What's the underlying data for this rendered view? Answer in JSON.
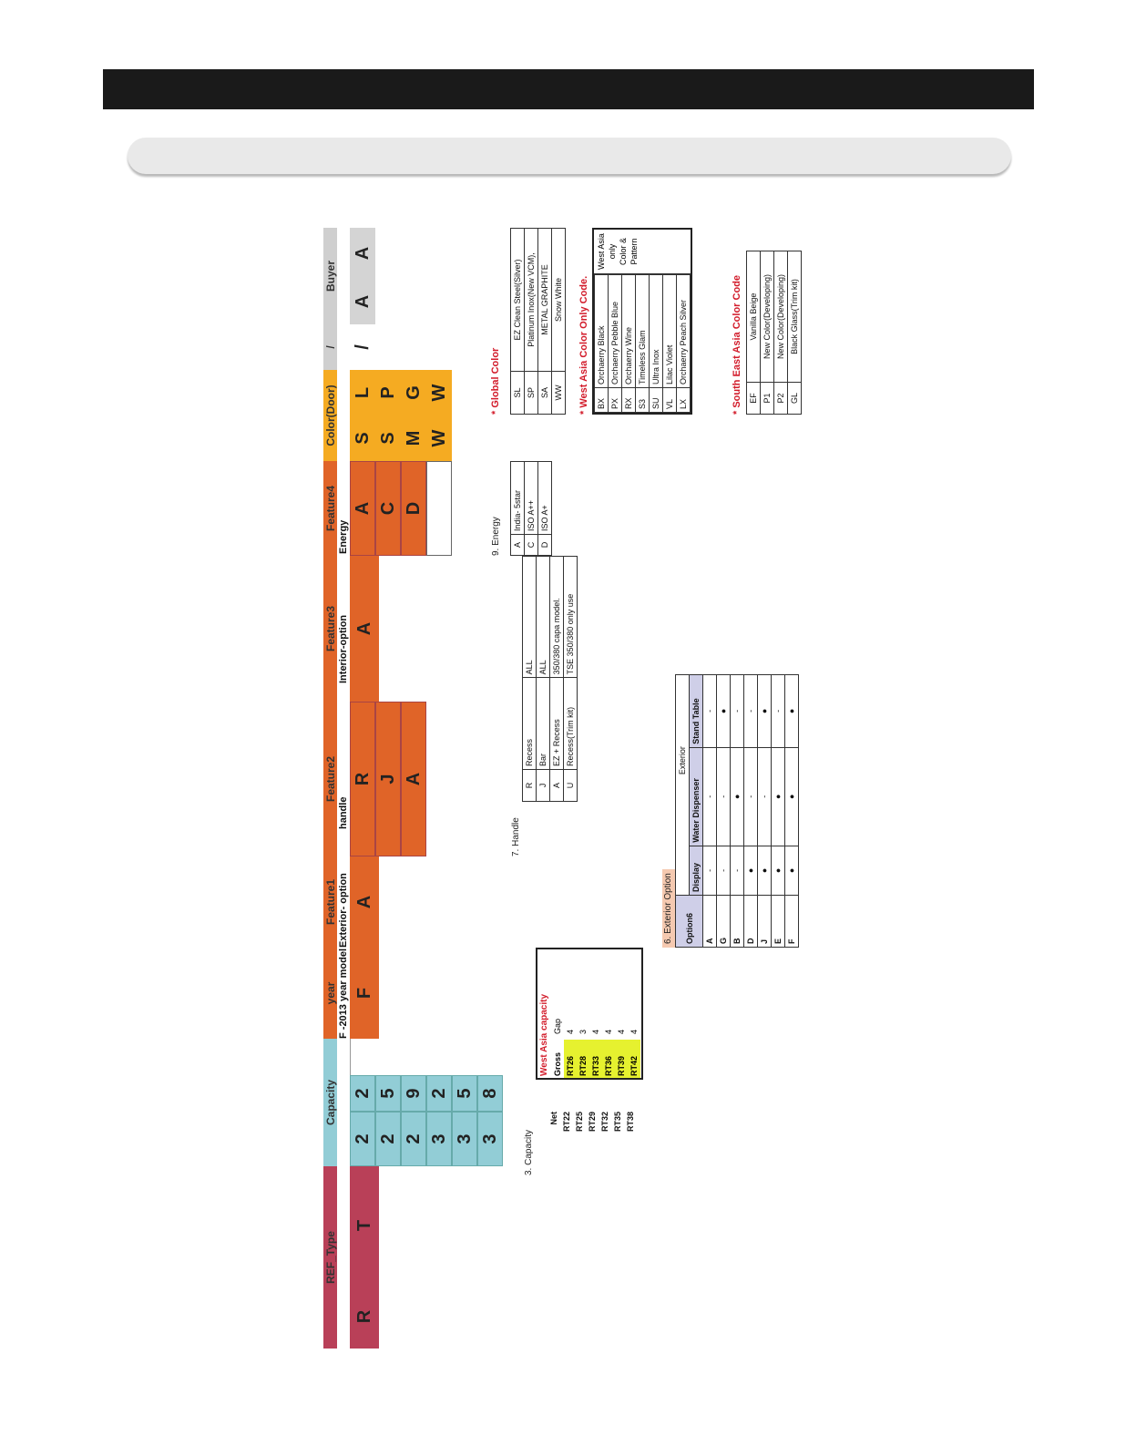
{
  "header": {
    "bar": "",
    "section": ""
  },
  "code_table": {
    "columns": [
      {
        "header": "REF_Type",
        "sub": ""
      },
      {
        "header": "Capacity",
        "sub": ""
      },
      {
        "header": "year",
        "sub": "F -2013 year model"
      },
      {
        "header": "Feature1",
        "sub": "Exterior- option"
      },
      {
        "header": "Feature2",
        "sub": "handle"
      },
      {
        "header": "Feature3",
        "sub": "Interior-option"
      },
      {
        "header": "Feature4",
        "sub": "Energy"
      },
      {
        "header": "Color(Door)",
        "sub": ""
      },
      {
        "header": "/",
        "sub": ""
      },
      {
        "header": "Buyer",
        "sub": ""
      }
    ],
    "ref_type": [
      "R",
      "T"
    ],
    "capacity": [
      [
        "2",
        "2"
      ],
      [
        "2",
        "5"
      ],
      [
        "2",
        "9"
      ],
      [
        "3",
        "2"
      ],
      [
        "3",
        "5"
      ],
      [
        "3",
        "8"
      ]
    ],
    "year": [
      "F"
    ],
    "feature1": [
      "A"
    ],
    "feature2": [
      "R",
      "J",
      "A"
    ],
    "feature3": [
      "A"
    ],
    "feature4": [
      "A",
      "C",
      "D"
    ],
    "color_door": [
      [
        "S",
        "L"
      ],
      [
        "S",
        "P"
      ],
      [
        "M",
        "G"
      ],
      [
        "W",
        "W"
      ]
    ],
    "slash": "/",
    "buyer": [
      "A",
      "A"
    ]
  },
  "capacity_note": {
    "title": "3. Capacity",
    "net_header": "Net",
    "net": [
      "RT22",
      "RT25",
      "RT29",
      "RT32",
      "RT35",
      "RT38"
    ],
    "west_title": "West Asia capacity",
    "gross_header": "Gross",
    "gap_header": "Gap",
    "rows": [
      [
        "RT26",
        "4"
      ],
      [
        "RT28",
        "3"
      ],
      [
        "RT33",
        "4"
      ],
      [
        "RT36",
        "4"
      ],
      [
        "RT39",
        "4"
      ],
      [
        "RT42",
        "4"
      ]
    ]
  },
  "exterior_option": {
    "title": "6. Exterior Option",
    "group": "Exterior",
    "headers": [
      "Option6",
      "Display",
      "Water Dispenser",
      "Stand Table"
    ],
    "rows": [
      [
        "A",
        "-",
        "-",
        "-"
      ],
      [
        "G",
        "-",
        "-",
        "●"
      ],
      [
        "B",
        "-",
        "●",
        "-"
      ],
      [
        "D",
        "●",
        "-",
        "-"
      ],
      [
        "J",
        "●",
        "-",
        "●"
      ],
      [
        "E",
        "●",
        "●",
        "-"
      ],
      [
        "F",
        "●",
        "●",
        "●"
      ]
    ]
  },
  "handle": {
    "title": "7. Handle",
    "rows": [
      [
        "R",
        "Recess",
        "ALL"
      ],
      [
        "J",
        "Bar",
        "ALL"
      ],
      [
        "A",
        "EZ + Recess",
        "350/380 capa model."
      ],
      [
        "U",
        "Recess(Trim kit)",
        "TSE 350/380 only use"
      ]
    ]
  },
  "energy": {
    "title": "9. Energy",
    "rows": [
      [
        "A",
        "India- 5star"
      ],
      [
        "C",
        "ISO A++"
      ],
      [
        "D",
        "ISO A+"
      ]
    ]
  },
  "global_color": {
    "title": "* Global Color",
    "rows": [
      [
        "SL",
        "EZ Clean Steel(Silver)"
      ],
      [
        "SP",
        "Platinum Inox(New VCM),"
      ],
      [
        "SA",
        "METAL GRAPHITE"
      ],
      [
        "WW",
        "Snow White"
      ]
    ]
  },
  "west_asia_color": {
    "title": "* West Asia  Color Only Code.",
    "rows": [
      [
        "BX",
        "Orchaerry Black"
      ],
      [
        "PX",
        "Orchaerry Pebble Blue"
      ],
      [
        "RX",
        "Orchaerry Wine"
      ],
      [
        "S3",
        "Timeless Glam"
      ],
      [
        "SU",
        "Ultra Inox"
      ],
      [
        "VL",
        "Lilac Violet"
      ],
      [
        "LX",
        "Orchaerry Peach Silver"
      ]
    ],
    "note_lines": [
      "West Asia",
      "only",
      "Color &",
      "Pattern"
    ]
  },
  "sea_color": {
    "title": "* South East Asia Color Code",
    "rows": [
      [
        "EF",
        "Vanilla Beige"
      ],
      [
        "P1",
        "New Color(Developing)"
      ],
      [
        "P2",
        "New Color(Developing)"
      ],
      [
        "GL",
        "Black Glass(Trim kit)"
      ]
    ]
  }
}
